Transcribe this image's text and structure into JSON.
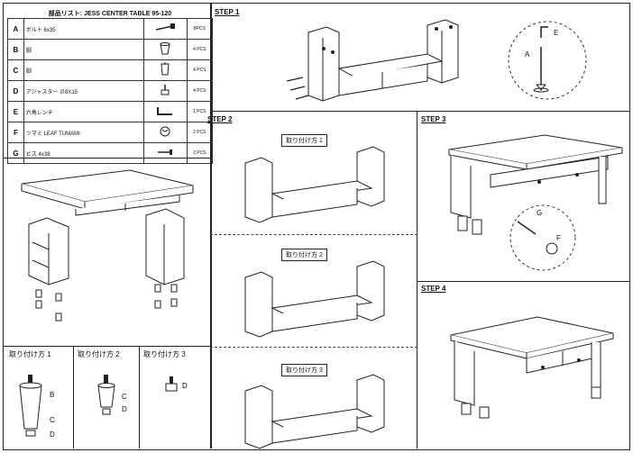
{
  "parts_list": {
    "title": "部品リスト: JESS CENTER TABLE 95-120",
    "rows": [
      {
        "letter": "A",
        "name": "ボルト 6x35",
        "icon": "bolt-icon",
        "qty": "8PCS"
      },
      {
        "letter": "B",
        "name": "脚",
        "icon": "leg-icon",
        "qty": "4 PCS"
      },
      {
        "letter": "C",
        "name": "脚",
        "icon": "leg-icon",
        "qty": "4 PCS"
      },
      {
        "letter": "D",
        "name": "アジャスター ∅8X15",
        "icon": "adjuster-icon",
        "qty": "4 PCS"
      },
      {
        "letter": "E",
        "name": "六角レンチ",
        "icon": "hex-wrench-icon",
        "qty": "1 PCS"
      },
      {
        "letter": "F",
        "name": "ツマミ LEAF TUMAMI",
        "icon": "knob-icon",
        "qty": "2 PCS"
      },
      {
        "letter": "G",
        "name": "ビス 4x38",
        "icon": "screw-icon",
        "qty": "2 PCS"
      }
    ]
  },
  "steps": {
    "step1": "STEP 1",
    "step2": "STEP 2",
    "step3": "STEP 3",
    "step4": "STEP 4"
  },
  "attach_labels": {
    "m1": "取り付け方 1",
    "m2": "取り付け方 2",
    "m3": "取り付け方 3"
  },
  "callouts": {
    "A": "A",
    "B": "B",
    "C": "C",
    "D": "D",
    "E": "E",
    "F": "F",
    "G": "G"
  }
}
